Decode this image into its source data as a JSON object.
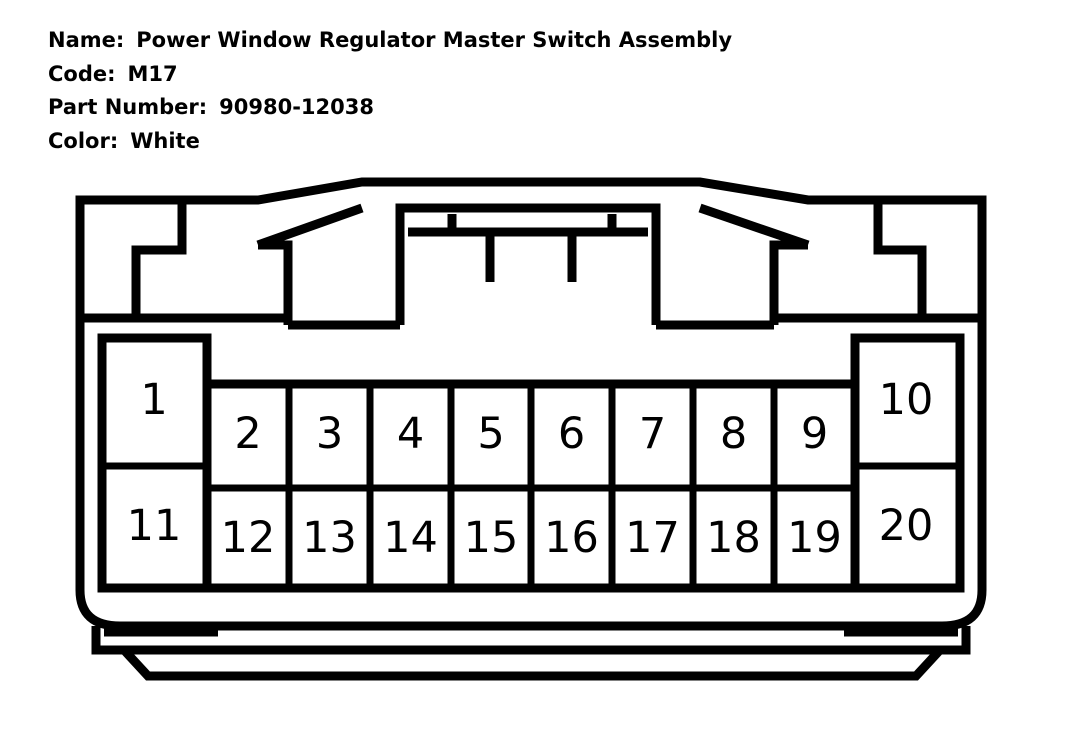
{
  "info": {
    "name_label": "Name:",
    "name_value": "Power Window Regulator Master Switch Assembly",
    "code_label": "Code:",
    "code_value": "M17",
    "part_label": "Part Number:",
    "part_value": "90980-12038",
    "color_label": "Color:",
    "color_value": "White"
  },
  "connector": {
    "pins": [
      {
        "id": "pin-1",
        "label": "1"
      },
      {
        "id": "pin-2",
        "label": "2"
      },
      {
        "id": "pin-3",
        "label": "3"
      },
      {
        "id": "pin-4",
        "label": "4"
      },
      {
        "id": "pin-5",
        "label": "5"
      },
      {
        "id": "pin-6",
        "label": "6"
      },
      {
        "id": "pin-7",
        "label": "7"
      },
      {
        "id": "pin-8",
        "label": "8"
      },
      {
        "id": "pin-9",
        "label": "9"
      },
      {
        "id": "pin-10",
        "label": "10"
      },
      {
        "id": "pin-11",
        "label": "11"
      },
      {
        "id": "pin-12",
        "label": "12"
      },
      {
        "id": "pin-13",
        "label": "13"
      },
      {
        "id": "pin-14",
        "label": "14"
      },
      {
        "id": "pin-15",
        "label": "15"
      },
      {
        "id": "pin-16",
        "label": "16"
      },
      {
        "id": "pin-17",
        "label": "17"
      },
      {
        "id": "pin-18",
        "label": "18"
      },
      {
        "id": "pin-19",
        "label": "19"
      },
      {
        "id": "pin-20",
        "label": "20"
      }
    ]
  }
}
